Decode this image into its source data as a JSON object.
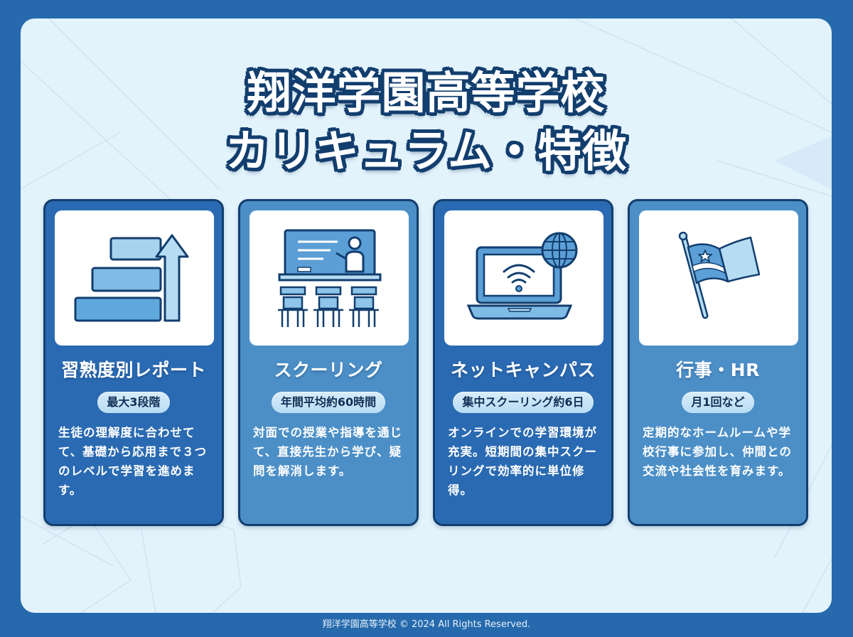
{
  "title": {
    "line1": "翔洋学園高等学校",
    "line2": "カリキュラム・特徴"
  },
  "cards": [
    {
      "icon": "stairs-arrow-up-icon",
      "title": "習熟度別レポート",
      "badge": "最大3段階",
      "description": "生徒の理解度に合わせてて、基礎から応用まで３つのレベルで学習を進めます。"
    },
    {
      "icon": "classroom-teacher-icon",
      "title": "スクーリング",
      "badge": "年間平均約60時間",
      "description": "対面での授業や指導を通じて、直接先生から学び、疑問を解消します。"
    },
    {
      "icon": "laptop-wifi-globe-icon",
      "title": "ネットキャンパス",
      "badge": "集中スクーリング約6日",
      "description": "オンラインでの学習環境が充実。短期間の集中スクーリングで効率的に単位修得。"
    },
    {
      "icon": "flag-star-icon",
      "title": "行事・HR",
      "badge": "月1回など",
      "description": "定期的なホームルームや学校行事に参加し、仲間との交流や社会性を育みます。"
    }
  ],
  "footer": "翔洋学園高等学校 © 2024 All Rights Reserved.",
  "colors": {
    "frame": "#266aad",
    "panel": "#e3f3fc",
    "card_dark": "#2a6ab2",
    "card_light": "#4c8fc7",
    "outline": "#123e6e",
    "pill": "#c6e3f7"
  }
}
